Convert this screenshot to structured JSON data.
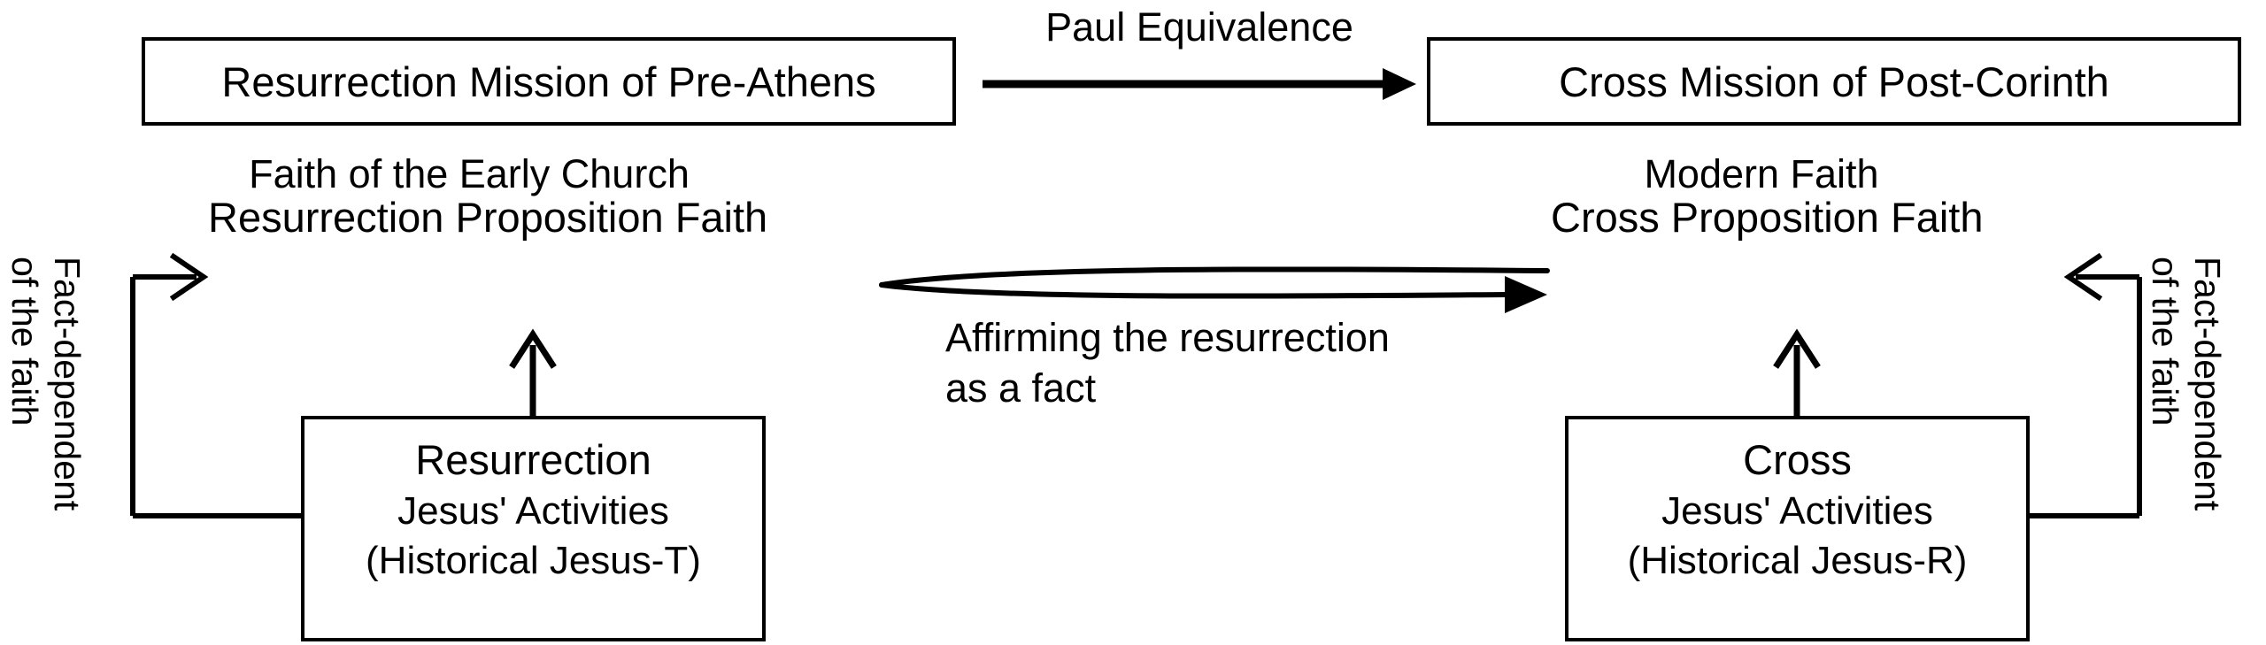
{
  "diagram": {
    "title_implicit": "Resurrection / Cross mission equivalence diagram",
    "top_row": {
      "left_box": {
        "label": "Resurrection Mission of Pre-Athens"
      },
      "arrow_label": "Paul Equivalence",
      "right_box": {
        "label": "Cross Mission of Post-Corinth"
      }
    },
    "middle_row": {
      "left_heading": "Faith of the Early Church",
      "left_node": "Resurrection Proposition Faith",
      "connector_label_line1": "Affirming the resurrection",
      "connector_label_line2": "as a fact",
      "right_heading": "Modern Faith",
      "right_node": "Cross Proposition Faith"
    },
    "side_labels": {
      "left": {
        "line1": "Fact-dependent",
        "line2": "of the faith"
      },
      "right": {
        "line1": "Fact-dependent",
        "line2": "of the faith"
      }
    },
    "bottom_row": {
      "left_box": {
        "line1": "Resurrection",
        "line2": "Jesus' Activities",
        "line3": "(Historical Jesus-T)"
      },
      "right_box": {
        "line1": "Cross",
        "line2": "Jesus' Activities",
        "line3": "(Historical Jesus-R)"
      }
    },
    "colors": {
      "stroke": "#000000",
      "background": "#ffffff",
      "text": "#000000"
    }
  }
}
